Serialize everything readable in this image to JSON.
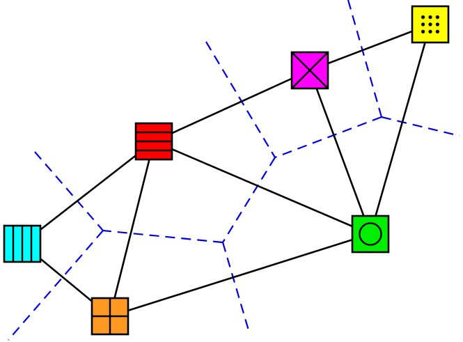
{
  "diagram": {
    "colors": {
      "background": "#ffffff",
      "edge": "#000000",
      "boundary": "#0000dd",
      "node_stroke": "#000000"
    },
    "nodes": [
      {
        "id": "yellow-dots",
        "fill": "#ffff00",
        "pattern": "dots"
      },
      {
        "id": "magenta-x",
        "fill": "#ff00ff",
        "pattern": "cross"
      },
      {
        "id": "red-stripes",
        "fill": "#ff0000",
        "pattern": "horizontal-stripes"
      },
      {
        "id": "cyan-stripes",
        "fill": "#00ffff",
        "pattern": "vertical-stripes"
      },
      {
        "id": "orange-grid",
        "fill": "#ff9922",
        "pattern": "grid"
      },
      {
        "id": "green-circle",
        "fill": "#00ee00",
        "pattern": "circle"
      }
    ],
    "edges": [
      [
        "red-stripes",
        "magenta-x"
      ],
      [
        "magenta-x",
        "yellow-dots"
      ],
      [
        "magenta-x",
        "green-circle"
      ],
      [
        "yellow-dots",
        "green-circle"
      ],
      [
        "red-stripes",
        "green-circle"
      ],
      [
        "red-stripes",
        "cyan-stripes"
      ],
      [
        "red-stripes",
        "orange-grid"
      ],
      [
        "cyan-stripes",
        "orange-grid"
      ],
      [
        "orange-grid",
        "green-circle"
      ]
    ]
  }
}
